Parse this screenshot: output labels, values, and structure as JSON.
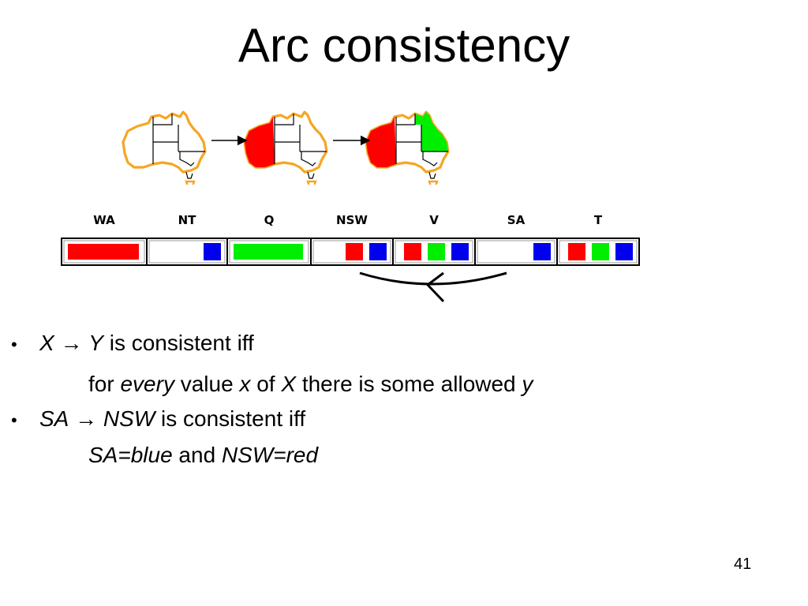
{
  "slide": {
    "title": "Arc consistency",
    "page_number": "41"
  },
  "maps": {
    "regions": [
      "WA",
      "NT",
      "Q",
      "NSW",
      "V",
      "SA",
      "T"
    ],
    "states": [
      {
        "filled": {}
      },
      {
        "filled": {
          "WA": "red"
        }
      },
      {
        "filled": {
          "WA": "red",
          "Q": "green"
        }
      }
    ]
  },
  "domains": {
    "columns": [
      {
        "label": "WA",
        "values": [
          "red-bar"
        ]
      },
      {
        "label": "NT",
        "values": [
          "blue"
        ]
      },
      {
        "label": "Q",
        "values": [
          "green-bar"
        ]
      },
      {
        "label": "NSW",
        "values": [
          "red",
          "blue"
        ]
      },
      {
        "label": "V",
        "values": [
          "red",
          "green",
          "blue"
        ]
      },
      {
        "label": "SA",
        "values": [
          "blue"
        ]
      },
      {
        "label": "T",
        "values": [
          "red",
          "green",
          "blue"
        ]
      }
    ],
    "arc": {
      "from": "SA",
      "to": "NSW"
    }
  },
  "colors": {
    "red": "#ff0000",
    "green": "#00ee00",
    "blue": "#0000ee",
    "outline": "#f5a623"
  },
  "bullets": {
    "b1": {
      "x": "X",
      "arrow": "→",
      "y": "Y",
      "tail": " is consistent iff",
      "sub": {
        "p1": "for ",
        "every": "every",
        "p2": " value ",
        "xv": "x",
        "p3": " of ",
        "X2": "X",
        "p4": " there is some allowed ",
        "yv": "y"
      }
    },
    "b2": {
      "sa": "SA",
      "arrow": "→",
      "nsw": "NSW",
      "tail": " is consistent iff",
      "sub": {
        "sab": "SA=blue",
        "and": " and ",
        "nswr": "NSW=red"
      }
    }
  }
}
